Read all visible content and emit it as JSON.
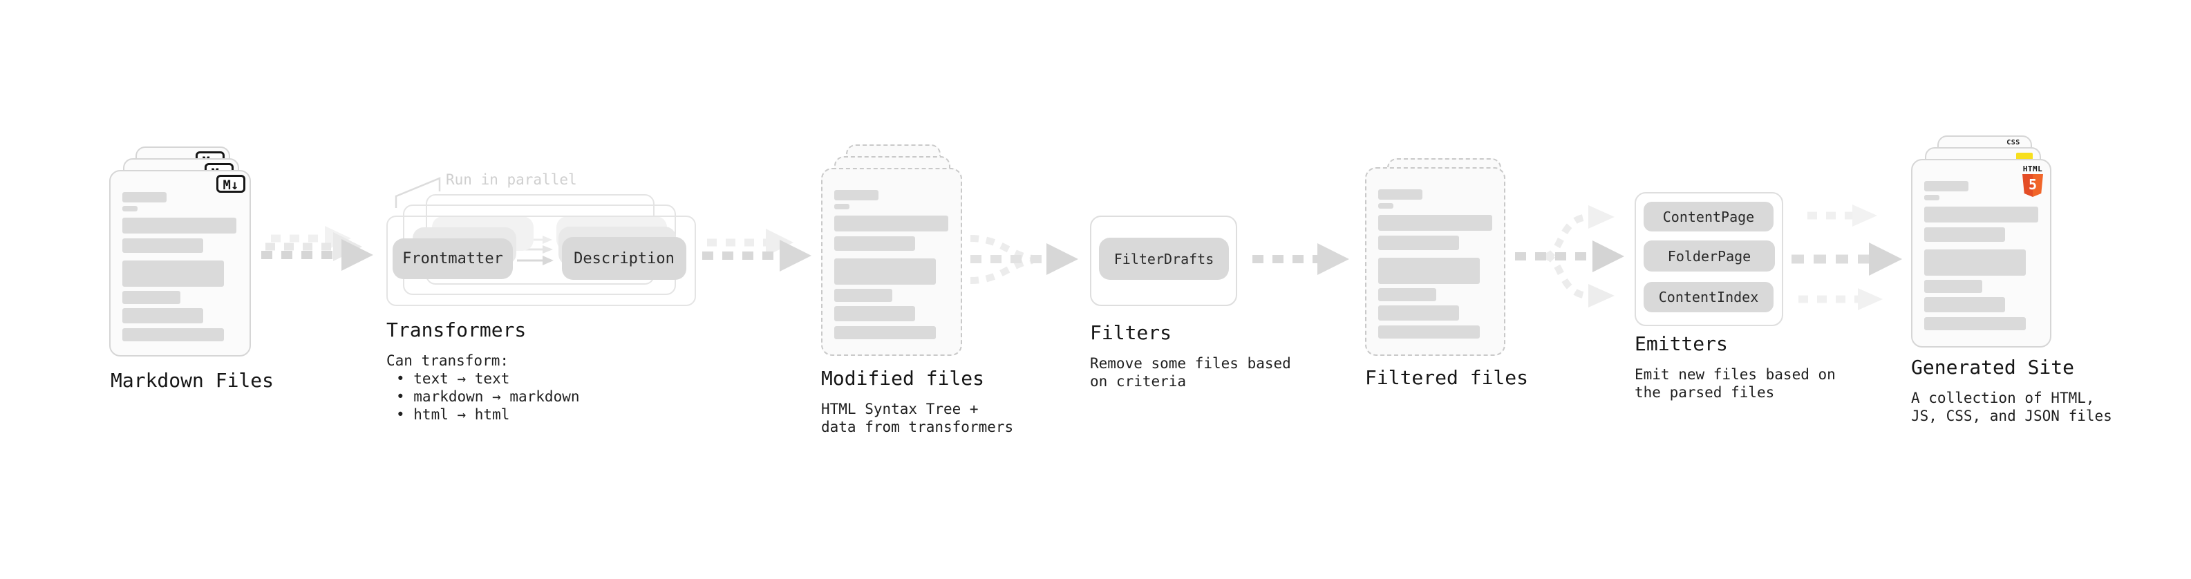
{
  "stages": {
    "markdown": {
      "label": "Markdown Files",
      "icon": "M↓"
    },
    "transformers": {
      "label": "Transformers",
      "callout": "Run in parallel",
      "button_frontmatter": "Frontmatter",
      "button_description": "Description",
      "desc_title": "Can transform:",
      "bullet1": "• text → text",
      "bullet2": "• markdown → markdown",
      "bullet3": "• html → html"
    },
    "modified": {
      "label": "Modified files",
      "desc1": "HTML Syntax Tree +",
      "desc2": "data from transformers"
    },
    "filters": {
      "label": "Filters",
      "button_filterdrafts": "FilterDrafts",
      "desc1": "Remove some files based",
      "desc2": "on criteria"
    },
    "filtered": {
      "label": "Filtered files"
    },
    "emitters": {
      "label": "Emitters",
      "button1": "ContentPage",
      "button2": "FolderPage",
      "button3": "ContentIndex",
      "desc1": "Emit new files based on",
      "desc2": "the parsed files"
    },
    "generated": {
      "label": "Generated Site",
      "desc1": "A collection of HTML,",
      "desc2": "JS, CSS, and JSON files",
      "html5_word": "HTML",
      "html5_number": "5",
      "css_word": "CSS"
    }
  },
  "colors": {
    "html5_orange": "#e44d26",
    "html5_orange_light": "#f16529",
    "js_yellow": "#f7df1e",
    "css_blue": "#2d63f2",
    "pill_gray": "#d9d9d9",
    "arrow_gray": "#d6d6d6",
    "arrow_ghost": "#ececec"
  }
}
